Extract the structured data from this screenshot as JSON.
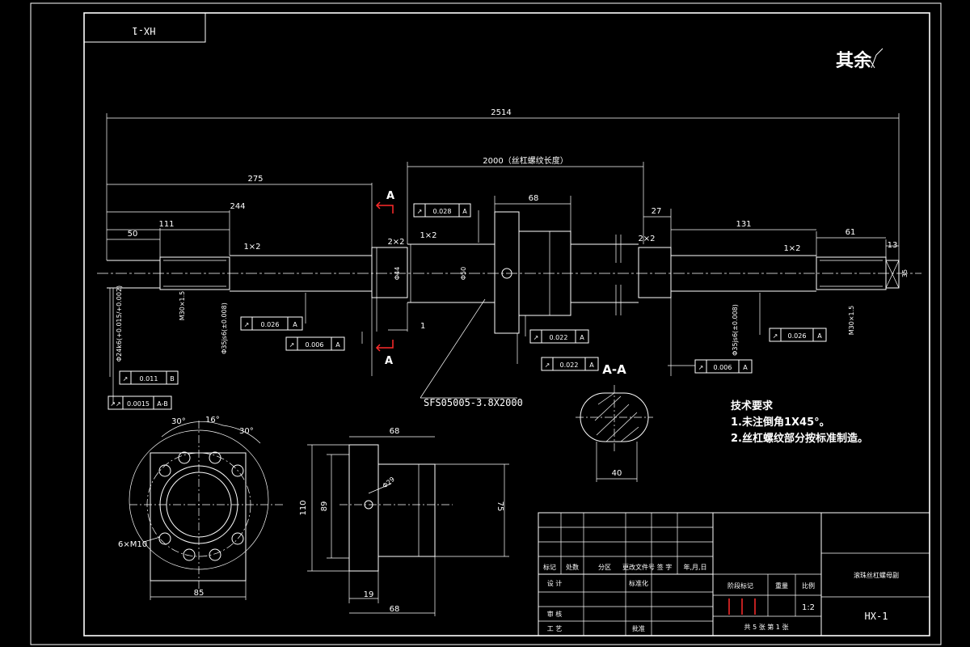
{
  "colors": {
    "background": "#000000",
    "line": "#ffffff",
    "section_marker": "#ff2a2a"
  },
  "drawing_code": "HX-1",
  "surface_roughness": "其余",
  "dims": {
    "overall_length": "2514",
    "thread_length": "2000（丝杠螺纹长度）",
    "d275": "275",
    "d244": "244",
    "d111": "111",
    "d50": "50",
    "d68_top": "68",
    "d27": "27",
    "d131": "131",
    "d61": "61",
    "d13": "13",
    "d1": "1",
    "dia44": "Φ44",
    "dia50": "Φ50",
    "dia35": "35",
    "chamfer1": "1×2",
    "chamfer2": "2×2",
    "chamfer3": "1×2",
    "chamfer4": "2×2",
    "chamfer5": "1×2",
    "thread_left": "M30×1.5",
    "thread_right": "M30×1.5",
    "fit_left1": "Φ24k6(+0.015/+0.002)",
    "fit_left2": "Φ35js6(±0.008)",
    "fit_right": "Φ35js6(±0.008)",
    "ballscrew": "SFS05005-3.8X2000"
  },
  "tolerances": [
    {
      "symbol": "↗",
      "value": "0.028",
      "datum": "A"
    },
    {
      "symbol": "↗",
      "value": "0.026",
      "datum": "A"
    },
    {
      "symbol": "↗",
      "value": "0.006",
      "datum": "A"
    },
    {
      "symbol": "↗",
      "value": "0.022",
      "datum": "A"
    },
    {
      "symbol": "↗",
      "value": "0.022",
      "datum": "A"
    },
    {
      "symbol": "↗",
      "value": "0.006",
      "datum": "A"
    },
    {
      "symbol": "↗",
      "value": "0.026",
      "datum": "A"
    },
    {
      "symbol": "↗",
      "value": "0.011",
      "datum": "B"
    },
    {
      "symbol": "↗↗",
      "value": "0.0015",
      "datum": "A-B"
    }
  ],
  "section": {
    "mark_top": "A",
    "mark_bottom": "A",
    "title": "A-A",
    "width": "40"
  },
  "flange": {
    "angle1": "30°",
    "angle2": "16°",
    "angle3": "30°",
    "holes": "6×M10",
    "width": "85"
  },
  "nut_side": {
    "top": "68",
    "bottom": "68",
    "h110": "110",
    "h89": "89",
    "h75": "75",
    "w19": "19",
    "dia": "Φ29"
  },
  "tech_requirements": {
    "title": "技术要求",
    "item1": "1.未注倒角1X45°。",
    "item2": "2.丝杠螺纹部分按标准制造。"
  },
  "title_block": {
    "h_mark": "标记",
    "h_qty": "处数",
    "h_zone": "分区",
    "h_doc": "更改文件号",
    "h_sign": "签 字",
    "h_date": "年,月,日",
    "design": "设 计",
    "standard": "标准化",
    "check": "审 核",
    "process": "工 艺",
    "approve": "批准",
    "stage": "阶段标记",
    "weight": "重量",
    "ratio_label": "比例",
    "ratio": "1:2",
    "sheets": "共 5  张   第 1 张",
    "name": "滚珠丝杠螺母副",
    "code": "HX-1"
  }
}
